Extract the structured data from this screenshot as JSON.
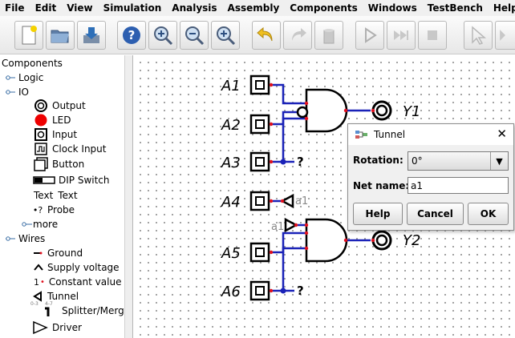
{
  "menubar": {
    "items": [
      "File",
      "Edit",
      "View",
      "Simulation",
      "Analysis",
      "Assembly",
      "Components",
      "Windows",
      "TestBench",
      "Help"
    ]
  },
  "toolbar": {
    "buttons": [
      "new-file",
      "open-folder",
      "save",
      "help",
      "zoom-in",
      "zoom-out",
      "zoom-fit",
      "undo",
      "redo",
      "delete",
      "run",
      "step",
      "stop",
      "select",
      "wire"
    ]
  },
  "sidebar": {
    "root": "Components",
    "groups": [
      {
        "label": "Logic",
        "expanded": false
      },
      {
        "label": "IO",
        "expanded": true,
        "items": [
          "Output",
          "LED",
          "Input",
          "Clock Input",
          "Button",
          "DIP Switch",
          "Text",
          "Probe",
          "more"
        ]
      },
      {
        "label": "Wires",
        "expanded": true,
        "items": [
          "Ground",
          "Supply voltage",
          "Constant value",
          "Tunnel",
          "Splitter/Merger",
          "Driver"
        ]
      }
    ],
    "text_icon_glyph": "Text",
    "probe_icon_glyph": "?",
    "constant_icon_glyph": "1",
    "splitter_icon_glyphs": [
      "0-3",
      "4-7"
    ]
  },
  "circuit": {
    "inputs": [
      "A1",
      "A2",
      "A3",
      "A4",
      "A5",
      "A6"
    ],
    "outputs": [
      "Y1",
      "Y2"
    ],
    "tunnel_labels": [
      "a1",
      "a1"
    ],
    "probe_labels": [
      "?",
      "?"
    ],
    "wire_color": "#1a22b8",
    "pin_color": "#e0101e"
  },
  "dialog": {
    "title": "Tunnel",
    "close_glyph": "✕",
    "rotation_label": "Rotation:",
    "rotation_value": "0°",
    "netname_label": "Net name:",
    "netname_value": "a1",
    "help_button": "Help",
    "cancel_button": "Cancel",
    "ok_button": "OK"
  }
}
